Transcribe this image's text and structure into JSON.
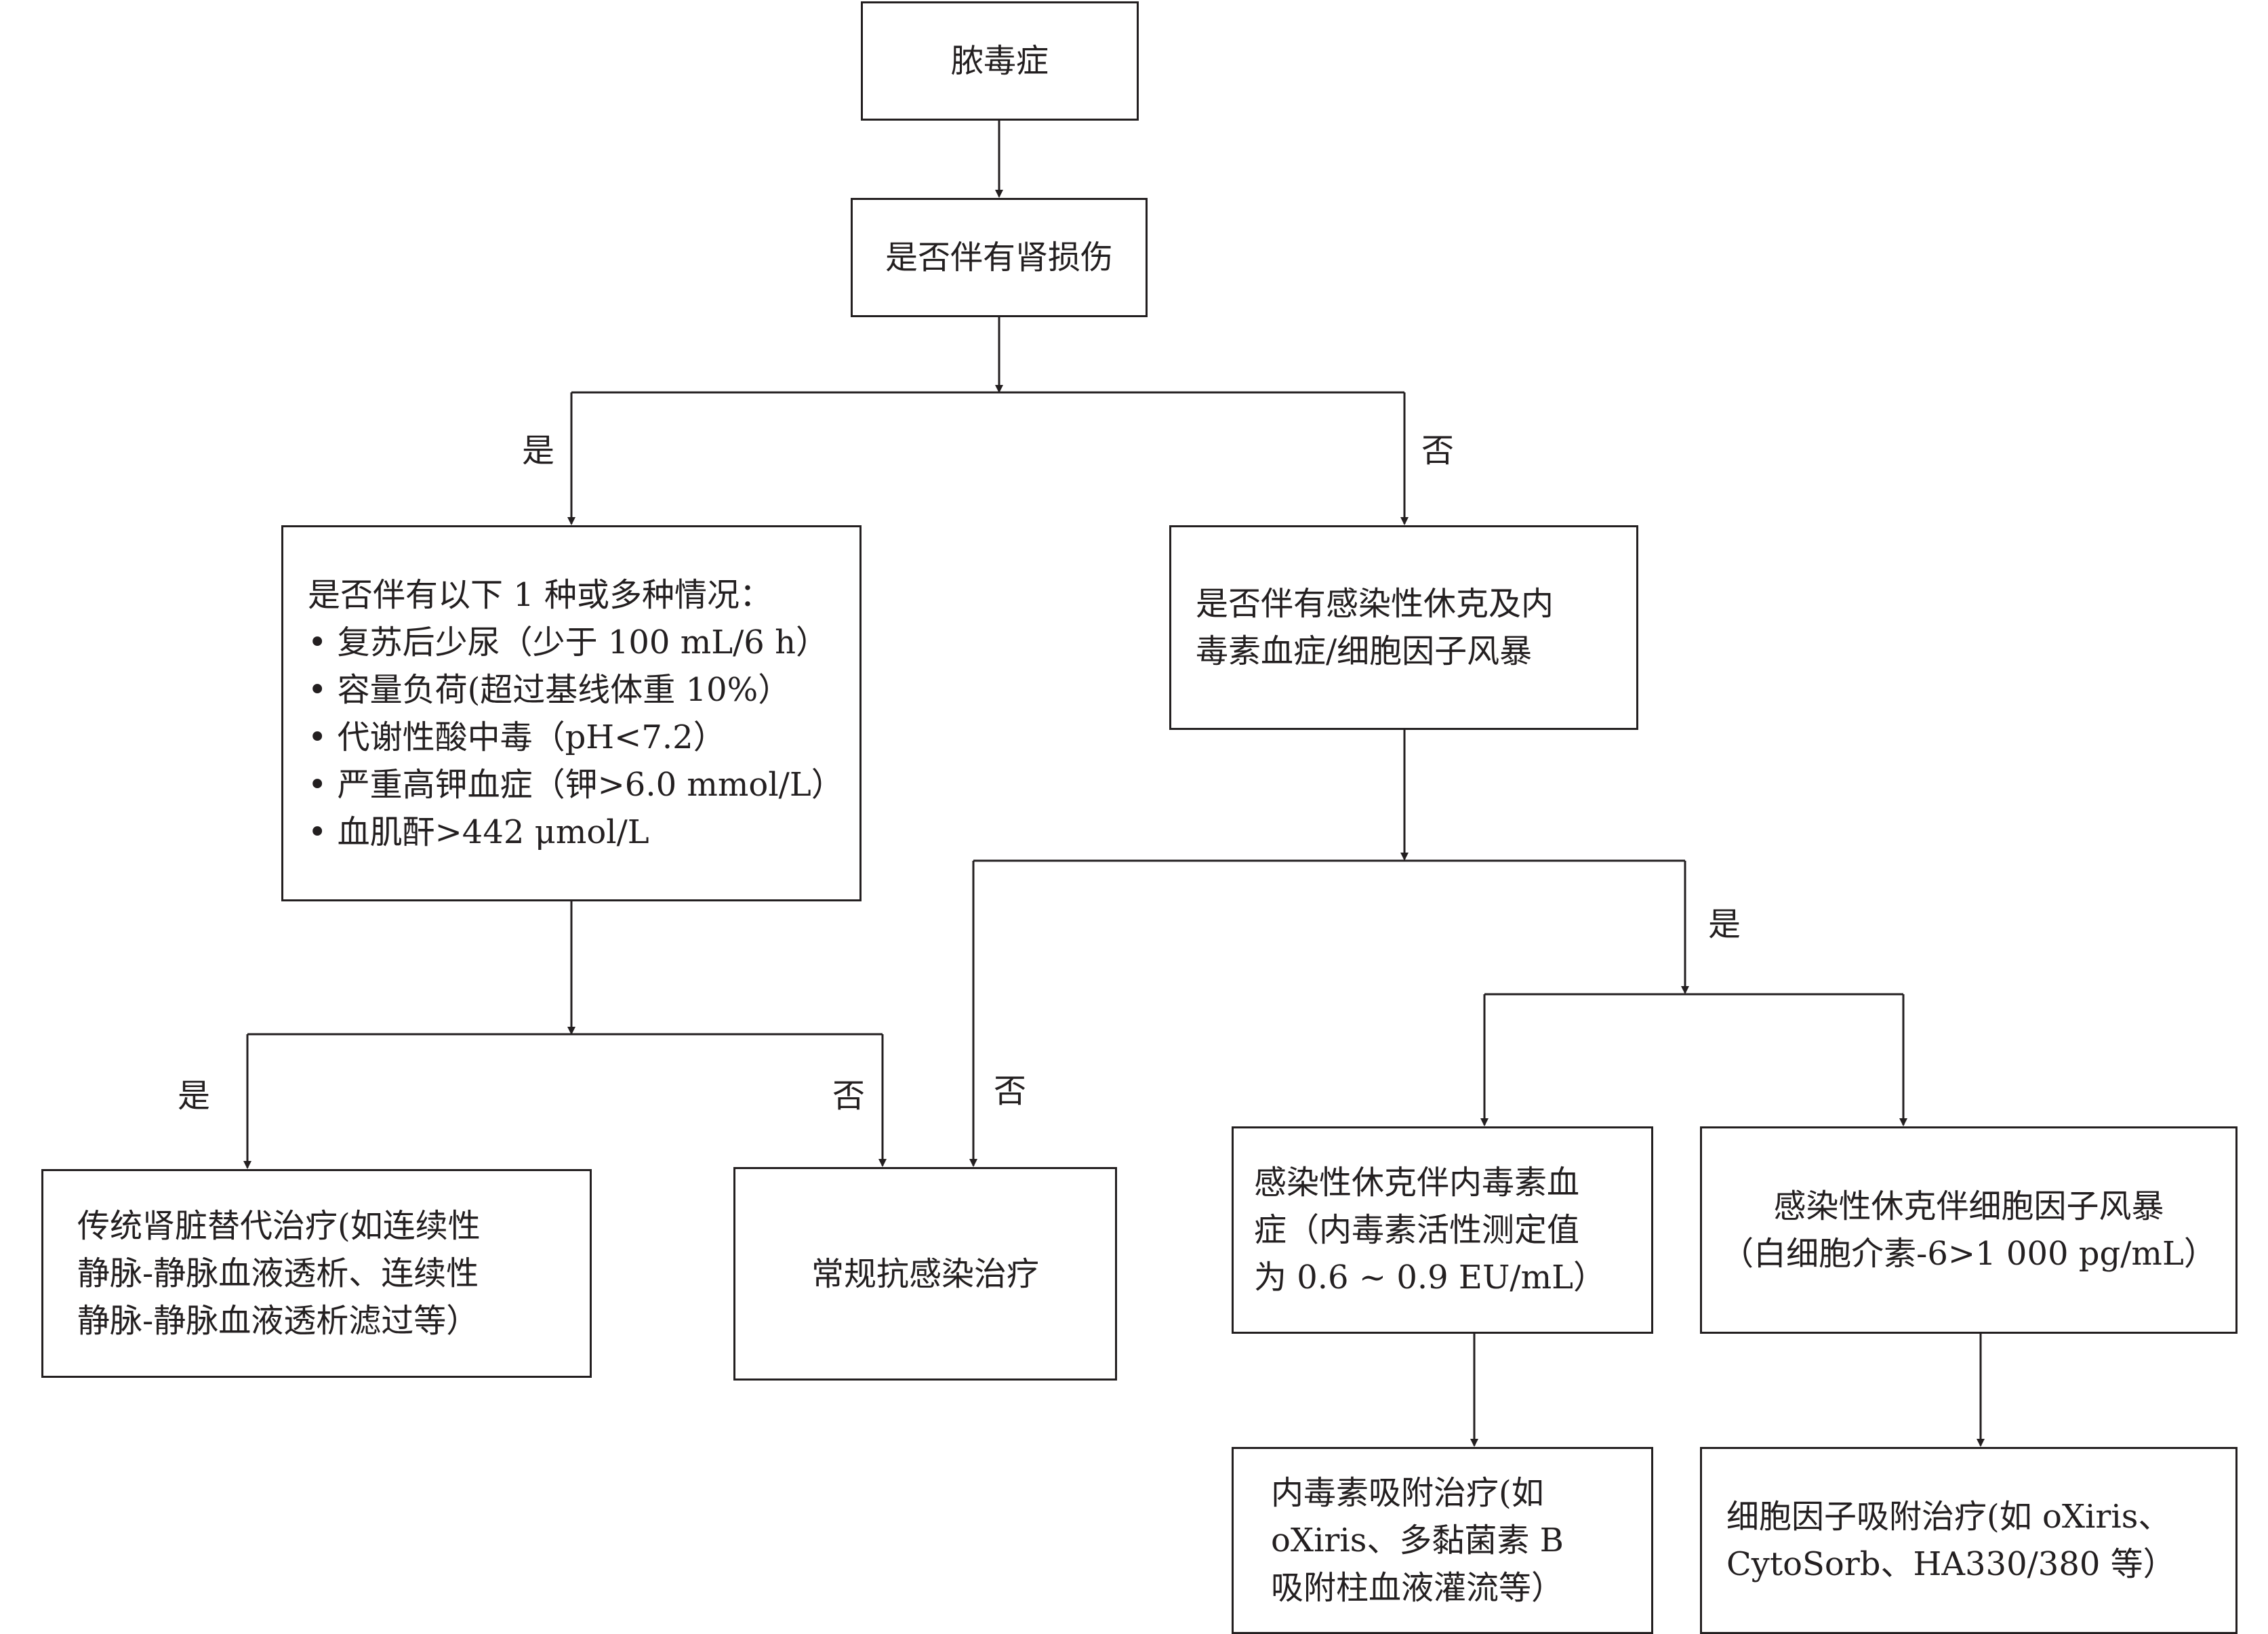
{
  "nodes": {
    "sepsis": {
      "lines": [
        "脓毒症"
      ]
    },
    "kidney_injury": {
      "lines": [
        "是否伴有肾损伤"
      ]
    },
    "conditions": {
      "lines": [
        "是否伴有以下 1 种或多种情况："
      ],
      "bullets": [
        "复苏后少尿（少于 100 mL/6 h）",
        "容量负荷(超过基线体重 10%）",
        "代谢性酸中毒（pH<7.2）",
        "严重高钾血症（钾>6.0 mmol/L）",
        "血肌酐>442 μmol/L"
      ]
    },
    "shock_question": {
      "lines": [
        "是否伴有感染性休克及内",
        "毒素血症/细胞因子风暴"
      ]
    },
    "crrt": {
      "lines": [
        "传统肾脏替代治疗(如连续性",
        "静脉-静脉血液透析、连续性",
        "静脉-静脉血液透析滤过等）"
      ]
    },
    "routine": {
      "lines": [
        "常规抗感染治疗"
      ]
    },
    "endotoxemia": {
      "lines": [
        "感染性休克伴内毒素血",
        "症（内毒素活性测定值",
        "为 0.6 ~ 0.9 EU/mL）"
      ]
    },
    "cytokine_storm": {
      "lines": [
        "感染性休克伴细胞因子风暴",
        "（白细胞介素-6>1 000 pg/mL）"
      ]
    },
    "endotoxin_adsorption": {
      "lines": [
        "内毒素吸附治疗(如",
        "oXiris、多黏菌素 B",
        "吸附柱血液灌流等）"
      ]
    },
    "cytokine_adsorption": {
      "lines": [
        "细胞因子吸附治疗(如 oXiris、",
        "CytoSorb、HA330/380 等）"
      ]
    }
  },
  "edge_labels": {
    "kidney_yes": "是",
    "kidney_no": "否",
    "conditions_yes": "是",
    "conditions_no": "否",
    "shock_yes": "是",
    "shock_no": "否"
  }
}
